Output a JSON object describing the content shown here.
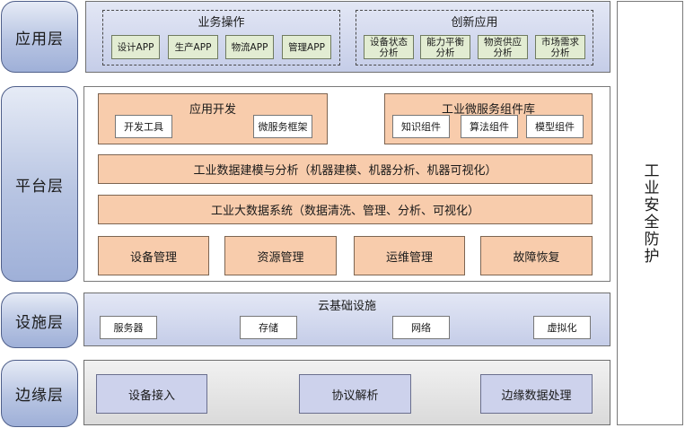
{
  "layers": {
    "application": "应用层",
    "platform": "平台层",
    "facility": "设施层",
    "edge": "边缘层"
  },
  "security": "工业安全防护",
  "application_layer": {
    "business": {
      "title": "业务操作",
      "items": [
        "设计APP",
        "生产APP",
        "物流APP",
        "管理APP"
      ]
    },
    "innovation": {
      "title": "创新应用",
      "items": [
        "设备状态\n分析",
        "能力平衡\n分析",
        "物资供应\n分析",
        "市场需求\n分析"
      ]
    }
  },
  "platform_layer": {
    "app_dev": {
      "title": "应用开发",
      "items": [
        "开发工具",
        "微服务框架"
      ]
    },
    "microservice_lib": {
      "title": "工业微服务组件库",
      "items": [
        "知识组件",
        "算法组件",
        "模型组件"
      ]
    },
    "modeling": "工业数据建模与分析（机器建模、机器分析、机器可视化）",
    "bigdata": "工业大数据系统（数据清洗、管理、分析、可视化）",
    "management": [
      "设备管理",
      "资源管理",
      "运维管理",
      "故障恢复"
    ]
  },
  "facility_layer": {
    "title": "云基础设施",
    "items": [
      "服务器",
      "存储",
      "网络",
      "虚拟化"
    ]
  },
  "edge_layer": {
    "items": [
      "设备接入",
      "协议解析",
      "边缘数据处理"
    ]
  }
}
